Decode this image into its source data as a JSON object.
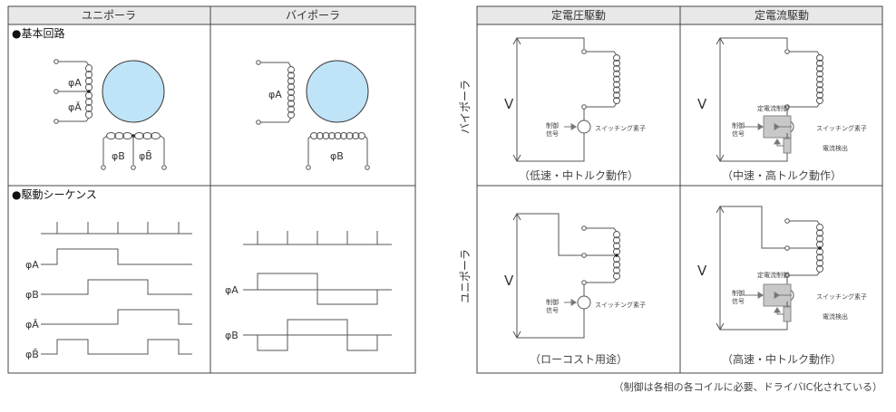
{
  "left_table": {
    "headers": [
      "ユニポーラ",
      "バイポーラ"
    ],
    "sections": {
      "basic_circuit": "●基本回路",
      "drive_sequence": "●駆動シーケンス"
    },
    "unipolar_labels": {
      "a": "φA",
      "a_bar": "φĀ",
      "b": "φB",
      "b_bar": "φB̄"
    },
    "bipolar_labels": {
      "a": "φA",
      "b": "φB"
    },
    "sequence_labels": {
      "unipolar": [
        "φA",
        "φB",
        "φĀ",
        "φB̄"
      ],
      "bipolar": [
        "φA",
        "φB"
      ]
    }
  },
  "right_table": {
    "headers": [
      "定電圧駆動",
      "定電流駆動"
    ],
    "row_labels": [
      "バイポーラ",
      "ユニポーラ"
    ],
    "voltage_label": "V",
    "control_signal": [
      "制御",
      "信号"
    ],
    "switching_element": "スイッチング素子",
    "constant_current_control": "定電流制御",
    "current_detection": "電流検出",
    "captions": [
      "（低速・中トルク動作）",
      "（中速・高トルク動作）",
      "（ローコスト用途）",
      "（高速・中トルク動作）"
    ]
  },
  "footnote": "（制御は各相の各コイルに必要、ドライバIC化されている）",
  "colors": {
    "header_bg": "#e8e8e8",
    "rotor": "#bfe3f7",
    "box": "#c8c8c8",
    "line": "#555555",
    "border": "#444444"
  }
}
